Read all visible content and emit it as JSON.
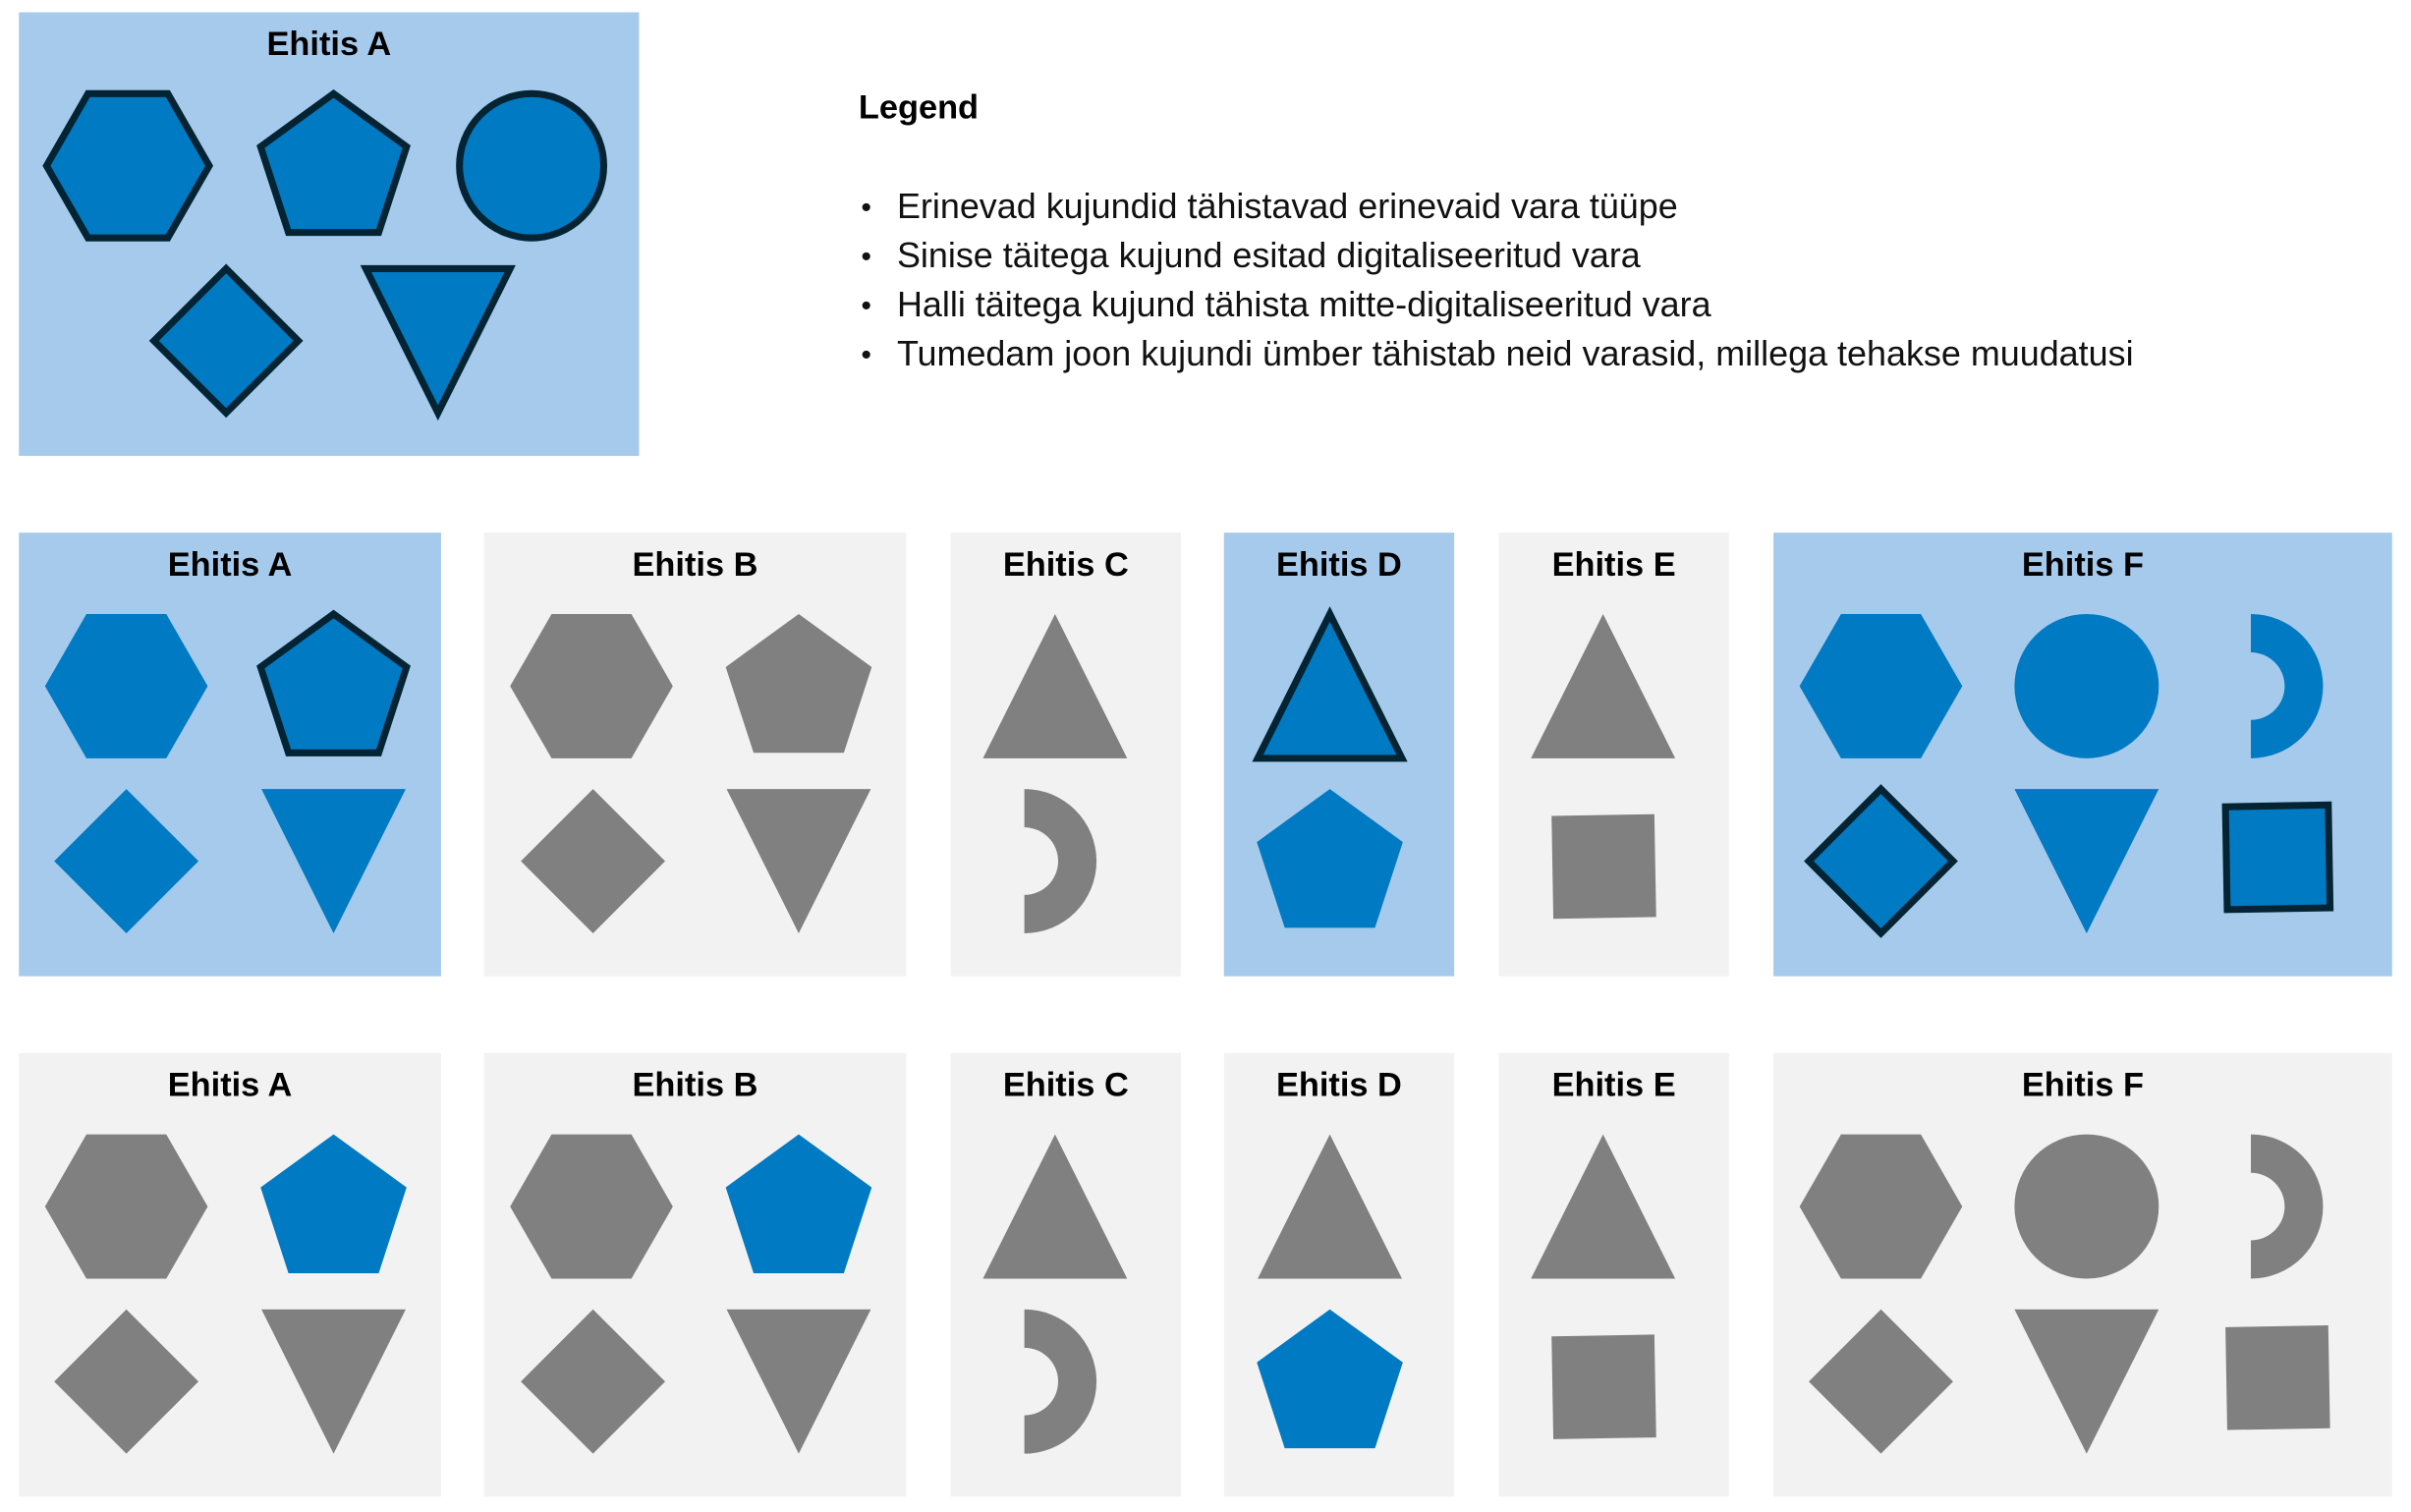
{
  "colors": {
    "digital_fill": "#007AC2",
    "non_digital_fill": "#808080",
    "changed_outline": "#042433",
    "panel_highlight_bg": "#A6CAEC",
    "panel_grey_bg": "#F2F2F2"
  },
  "legend": {
    "title": "Legend",
    "items": [
      "Erinevad kujundid tähistavad erinevaid vara tüüpe",
      "Sinise täitega kujund esitad digitaliseeritud vara",
      "Halli täitega kujund tähista mitte-digitaliseeritud vara",
      "Tumedam joon kujundi ümber tähistab neid varasid, millega tehakse muudatusi"
    ]
  },
  "example_panel": {
    "title": "Ehitis A",
    "highlighted": true,
    "shapes": [
      {
        "type": "hexagon",
        "digital": true,
        "changed": true
      },
      {
        "type": "pentagon",
        "digital": true,
        "changed": true
      },
      {
        "type": "circle",
        "digital": true,
        "changed": true
      },
      {
        "type": "diamond",
        "digital": true,
        "changed": true
      },
      {
        "type": "triangle-down",
        "digital": true,
        "changed": true
      }
    ]
  },
  "rows": [
    {
      "panels": [
        {
          "title": "Ehitis A",
          "highlighted": true,
          "shapes": [
            {
              "type": "hexagon",
              "digital": true,
              "changed": false
            },
            {
              "type": "pentagon",
              "digital": true,
              "changed": true
            },
            {
              "type": "diamond",
              "digital": true,
              "changed": false
            },
            {
              "type": "triangle-down",
              "digital": true,
              "changed": false
            }
          ]
        },
        {
          "title": "Ehitis B",
          "highlighted": false,
          "shapes": [
            {
              "type": "hexagon",
              "digital": false,
              "changed": false
            },
            {
              "type": "pentagon",
              "digital": false,
              "changed": false
            },
            {
              "type": "diamond",
              "digital": false,
              "changed": false
            },
            {
              "type": "triangle-down",
              "digital": false,
              "changed": false
            }
          ]
        },
        {
          "title": "Ehitis C",
          "highlighted": false,
          "shapes": [
            {
              "type": "triangle-up",
              "digital": false,
              "changed": false
            },
            {
              "type": "crescent",
              "digital": false,
              "changed": false
            }
          ]
        },
        {
          "title": "Ehitis D",
          "highlighted": true,
          "shapes": [
            {
              "type": "triangle-up",
              "digital": true,
              "changed": true
            },
            {
              "type": "pentagon",
              "digital": true,
              "changed": false
            }
          ]
        },
        {
          "title": "Ehitis E",
          "highlighted": false,
          "shapes": [
            {
              "type": "triangle-up",
              "digital": false,
              "changed": false
            },
            {
              "type": "square",
              "digital": false,
              "changed": false
            }
          ]
        },
        {
          "title": "Ehitis F",
          "highlighted": true,
          "shapes": [
            {
              "type": "hexagon",
              "digital": true,
              "changed": false
            },
            {
              "type": "circle",
              "digital": true,
              "changed": false
            },
            {
              "type": "crescent",
              "digital": true,
              "changed": false
            },
            {
              "type": "diamond",
              "digital": true,
              "changed": true
            },
            {
              "type": "triangle-down",
              "digital": true,
              "changed": false
            },
            {
              "type": "square",
              "digital": true,
              "changed": true
            }
          ]
        }
      ]
    },
    {
      "panels": [
        {
          "title": "Ehitis A",
          "highlighted": false,
          "shapes": [
            {
              "type": "hexagon",
              "digital": false,
              "changed": false
            },
            {
              "type": "pentagon",
              "digital": true,
              "changed": false
            },
            {
              "type": "diamond",
              "digital": false,
              "changed": false
            },
            {
              "type": "triangle-down",
              "digital": false,
              "changed": false
            }
          ]
        },
        {
          "title": "Ehitis B",
          "highlighted": false,
          "shapes": [
            {
              "type": "hexagon",
              "digital": false,
              "changed": false
            },
            {
              "type": "pentagon",
              "digital": true,
              "changed": false
            },
            {
              "type": "diamond",
              "digital": false,
              "changed": false
            },
            {
              "type": "triangle-down",
              "digital": false,
              "changed": false
            }
          ]
        },
        {
          "title": "Ehitis C",
          "highlighted": false,
          "shapes": [
            {
              "type": "triangle-up",
              "digital": false,
              "changed": false
            },
            {
              "type": "crescent",
              "digital": false,
              "changed": false
            }
          ]
        },
        {
          "title": "Ehitis D",
          "highlighted": false,
          "shapes": [
            {
              "type": "triangle-up",
              "digital": false,
              "changed": false
            },
            {
              "type": "pentagon",
              "digital": true,
              "changed": false
            }
          ]
        },
        {
          "title": "Ehitis E",
          "highlighted": false,
          "shapes": [
            {
              "type": "triangle-up",
              "digital": false,
              "changed": false
            },
            {
              "type": "square",
              "digital": false,
              "changed": false
            }
          ]
        },
        {
          "title": "Ehitis F",
          "highlighted": false,
          "shapes": [
            {
              "type": "hexagon",
              "digital": false,
              "changed": false
            },
            {
              "type": "circle",
              "digital": false,
              "changed": false
            },
            {
              "type": "crescent",
              "digital": false,
              "changed": false
            },
            {
              "type": "diamond",
              "digital": false,
              "changed": false
            },
            {
              "type": "triangle-down",
              "digital": false,
              "changed": false
            },
            {
              "type": "square",
              "digital": false,
              "changed": false
            }
          ]
        }
      ]
    }
  ]
}
